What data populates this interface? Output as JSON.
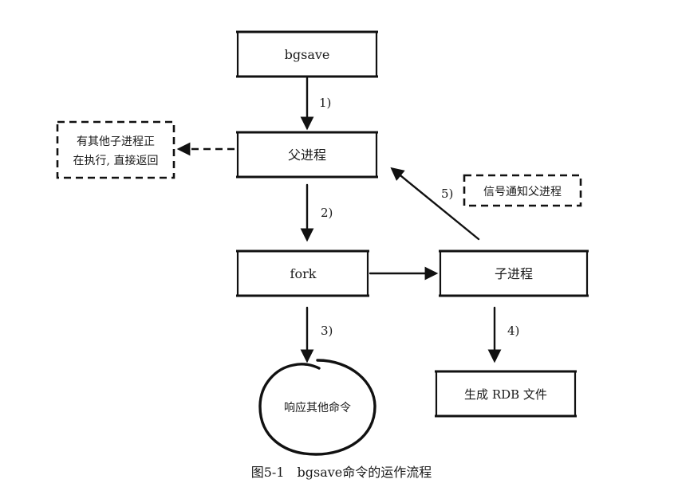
{
  "diagram": {
    "nodes": {
      "bgsave": "bgsave",
      "parent": "父进程",
      "fork": "fork",
      "child": "子进程",
      "rdb": "生成 RDB 文件",
      "other_line1": "有其他子进程正",
      "other_line2": "在执行, 直接返回",
      "respond": "响应其他命令",
      "signal": "信号通知父进程"
    },
    "edges": {
      "step1": "1)",
      "step2": "2)",
      "step3": "3)",
      "step4": "4)",
      "step5": "5)"
    },
    "caption": "图5-1　bgsave命令的运作流程"
  }
}
